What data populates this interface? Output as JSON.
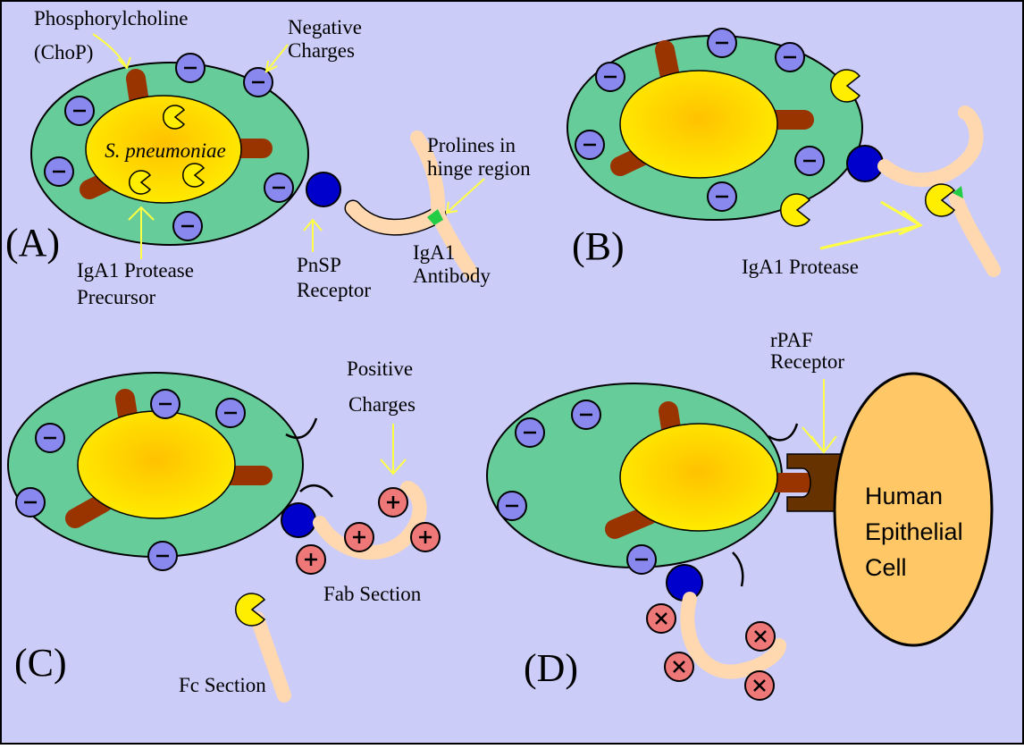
{
  "colors": {
    "background": "#ccccf8",
    "capsule": "#66cc99",
    "cell_body": "#ffdd00",
    "choline_stalk": "#993300",
    "pnsp_receptor": "#0000cc",
    "antibody": "#ffd8b0",
    "hinge": "#22cc44",
    "negative_charge": "#8888ee",
    "positive_charge": "#ee7777",
    "epithelial_cell": "#ffc766",
    "rpaf_receptor": "#663300",
    "arrow": "#ffff44"
  },
  "panels": {
    "a": {
      "tag": "(A)",
      "phosphorylcholine": "Phosphorylcholine",
      "chop": "(ChoP)",
      "negative": "Negative",
      "charges": "Charges",
      "species": "S. pneumoniae",
      "prolines": "Prolines in",
      "hinge": "hinge region",
      "protease_precursor_1": "IgA1 Protease",
      "protease_precursor_2": "Precursor",
      "pnsp_1": "PnSP",
      "pnsp_2": "Receptor",
      "iga1_1": "IgA1",
      "iga1_2": "Antibody"
    },
    "b": {
      "tag": "(B)",
      "protease": "IgA1 Protease"
    },
    "c": {
      "tag": "(C)",
      "positive": "Positive",
      "charges": "Charges",
      "fab": "Fab Section",
      "fc": "Fc Section"
    },
    "d": {
      "tag": "(D)",
      "rpaf_1": "rPAF",
      "rpaf_2": "Receptor",
      "human_1": "Human",
      "human_2": "Epithelial",
      "human_3": "Cell"
    }
  }
}
